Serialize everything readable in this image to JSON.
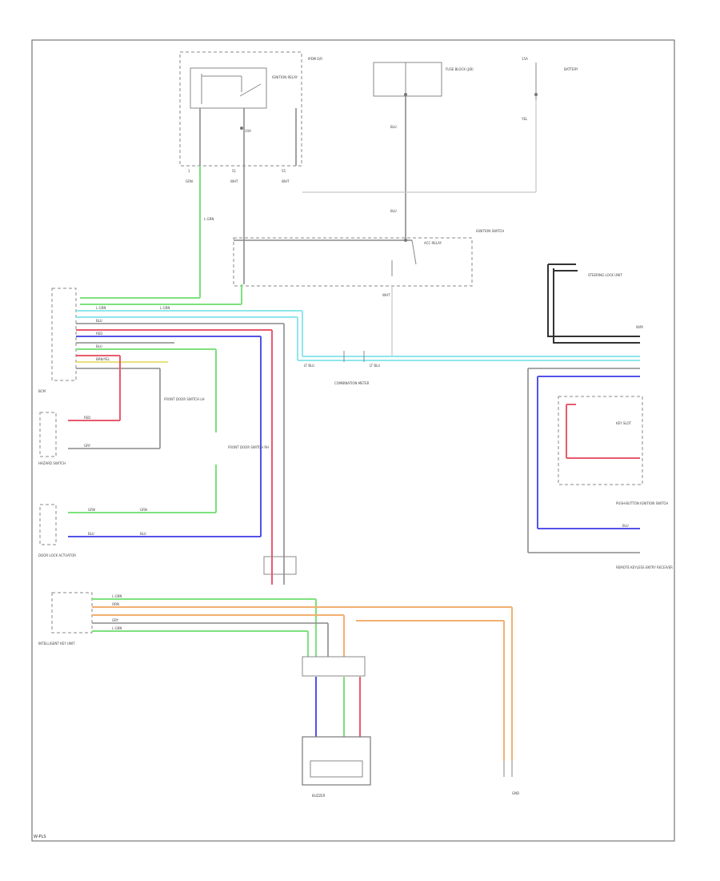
{
  "diagram": {
    "components": {
      "ipdm": "IPDM E/R",
      "ignition_relay": "IGNITION RELAY",
      "fuse_block": "FUSE BLOCK (J/B)",
      "battery": "BATTERY",
      "ignition_switch": "IGNITION SWITCH",
      "acc_relay": "ACC RELAY",
      "bcm": "BCM",
      "hazard_switch": "HAZARD SWITCH",
      "door_switch_front_lh": "FRONT DOOR SWITCH LH",
      "door_switch_front_rh": "FRONT DOOR SWITCH RH",
      "door_lock_actuator": "DOOR LOCK ACTUATOR",
      "combination_meter": "COMBINATION METER",
      "steering_lock": "STEERING LOCK UNIT",
      "key_slot": "KEY SLOT",
      "push_button": "PUSH-BUTTON IGNITION SWITCH",
      "remote_keyless_receiver": "REMOTE KEYLESS ENTRY RECEIVER",
      "intelligent_key_unit": "INTELLIGENT KEY UNIT",
      "buzzer": "BUZZER"
    },
    "wire_colors": {
      "green": "#7de27d",
      "cyan": "#8ee6ec",
      "red": "#e85a6c",
      "blue": "#5252e8",
      "gray": "#8a8a8a",
      "dark": "#333333",
      "orange": "#f3b070",
      "yellow": "#e8e27a"
    },
    "footer_ref": "W-PLS"
  }
}
